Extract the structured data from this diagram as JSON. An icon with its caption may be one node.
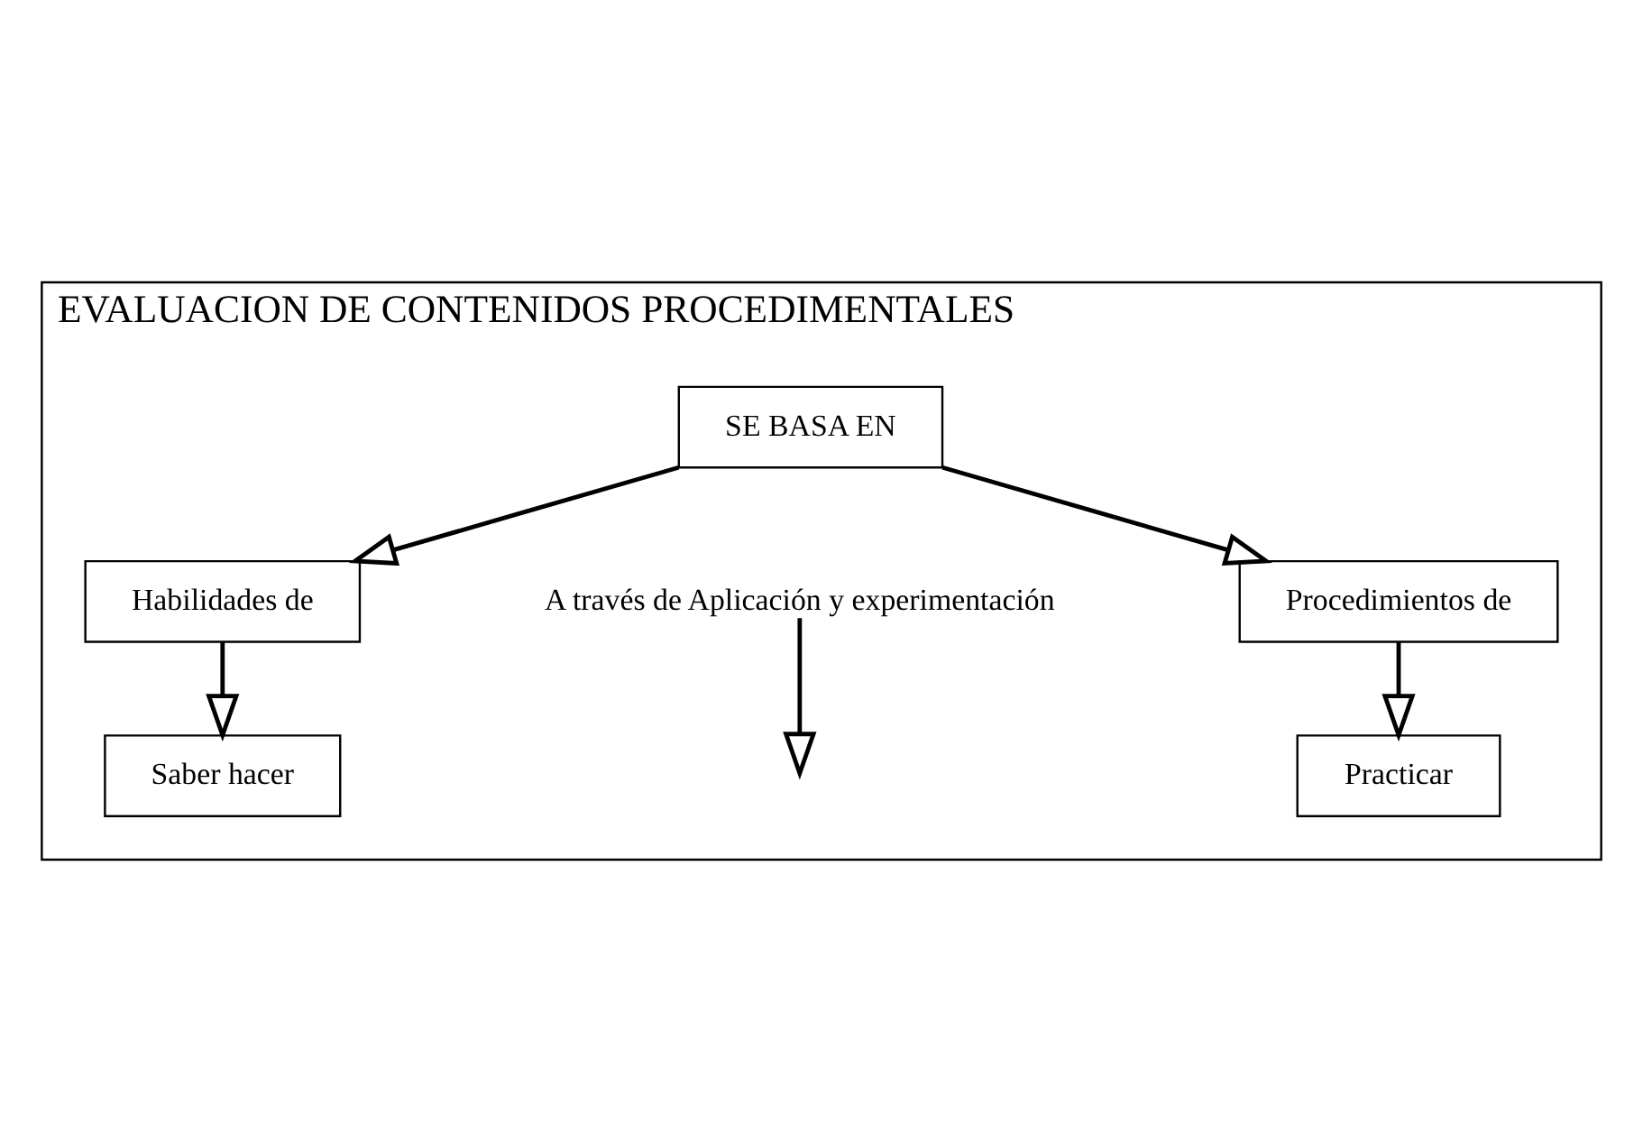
{
  "diagram": {
    "nodes": [
      {
        "text": [
          "EVALUACION DE CONTENIDOS PROCEDIMENTALES"
        ]
      },
      {
        "text": [
          "SE BASA EN"
        ],
        "in": 0
      },
      {
        "text": [
          "Habilidades de"
        ],
        "in": 0
      },
      {
        "text": [
          "Procedimientos de"
        ],
        "in": 0
      },
      {
        "text": [
          "A través de Aplicación y experimentación"
        ],
        "in": 0
      },
      {
        "text": [
          "Saber hacer"
        ],
        "in": 0
      },
      {
        "text": [
          "Practicar"
        ],
        "in": 0
      }
    ],
    "edges": [
      {
        "from": 1,
        "to": 2,
        "arrow": "to"
      },
      {
        "from": 1,
        "to": 3,
        "arrow": "to"
      },
      {
        "from": 2,
        "to": 5,
        "arrow": "to"
      },
      {
        "from": 3,
        "to": 6,
        "arrow": "to"
      },
      {
        "from": 4,
        "to": null,
        "arrow": "to"
      }
    ]
  }
}
